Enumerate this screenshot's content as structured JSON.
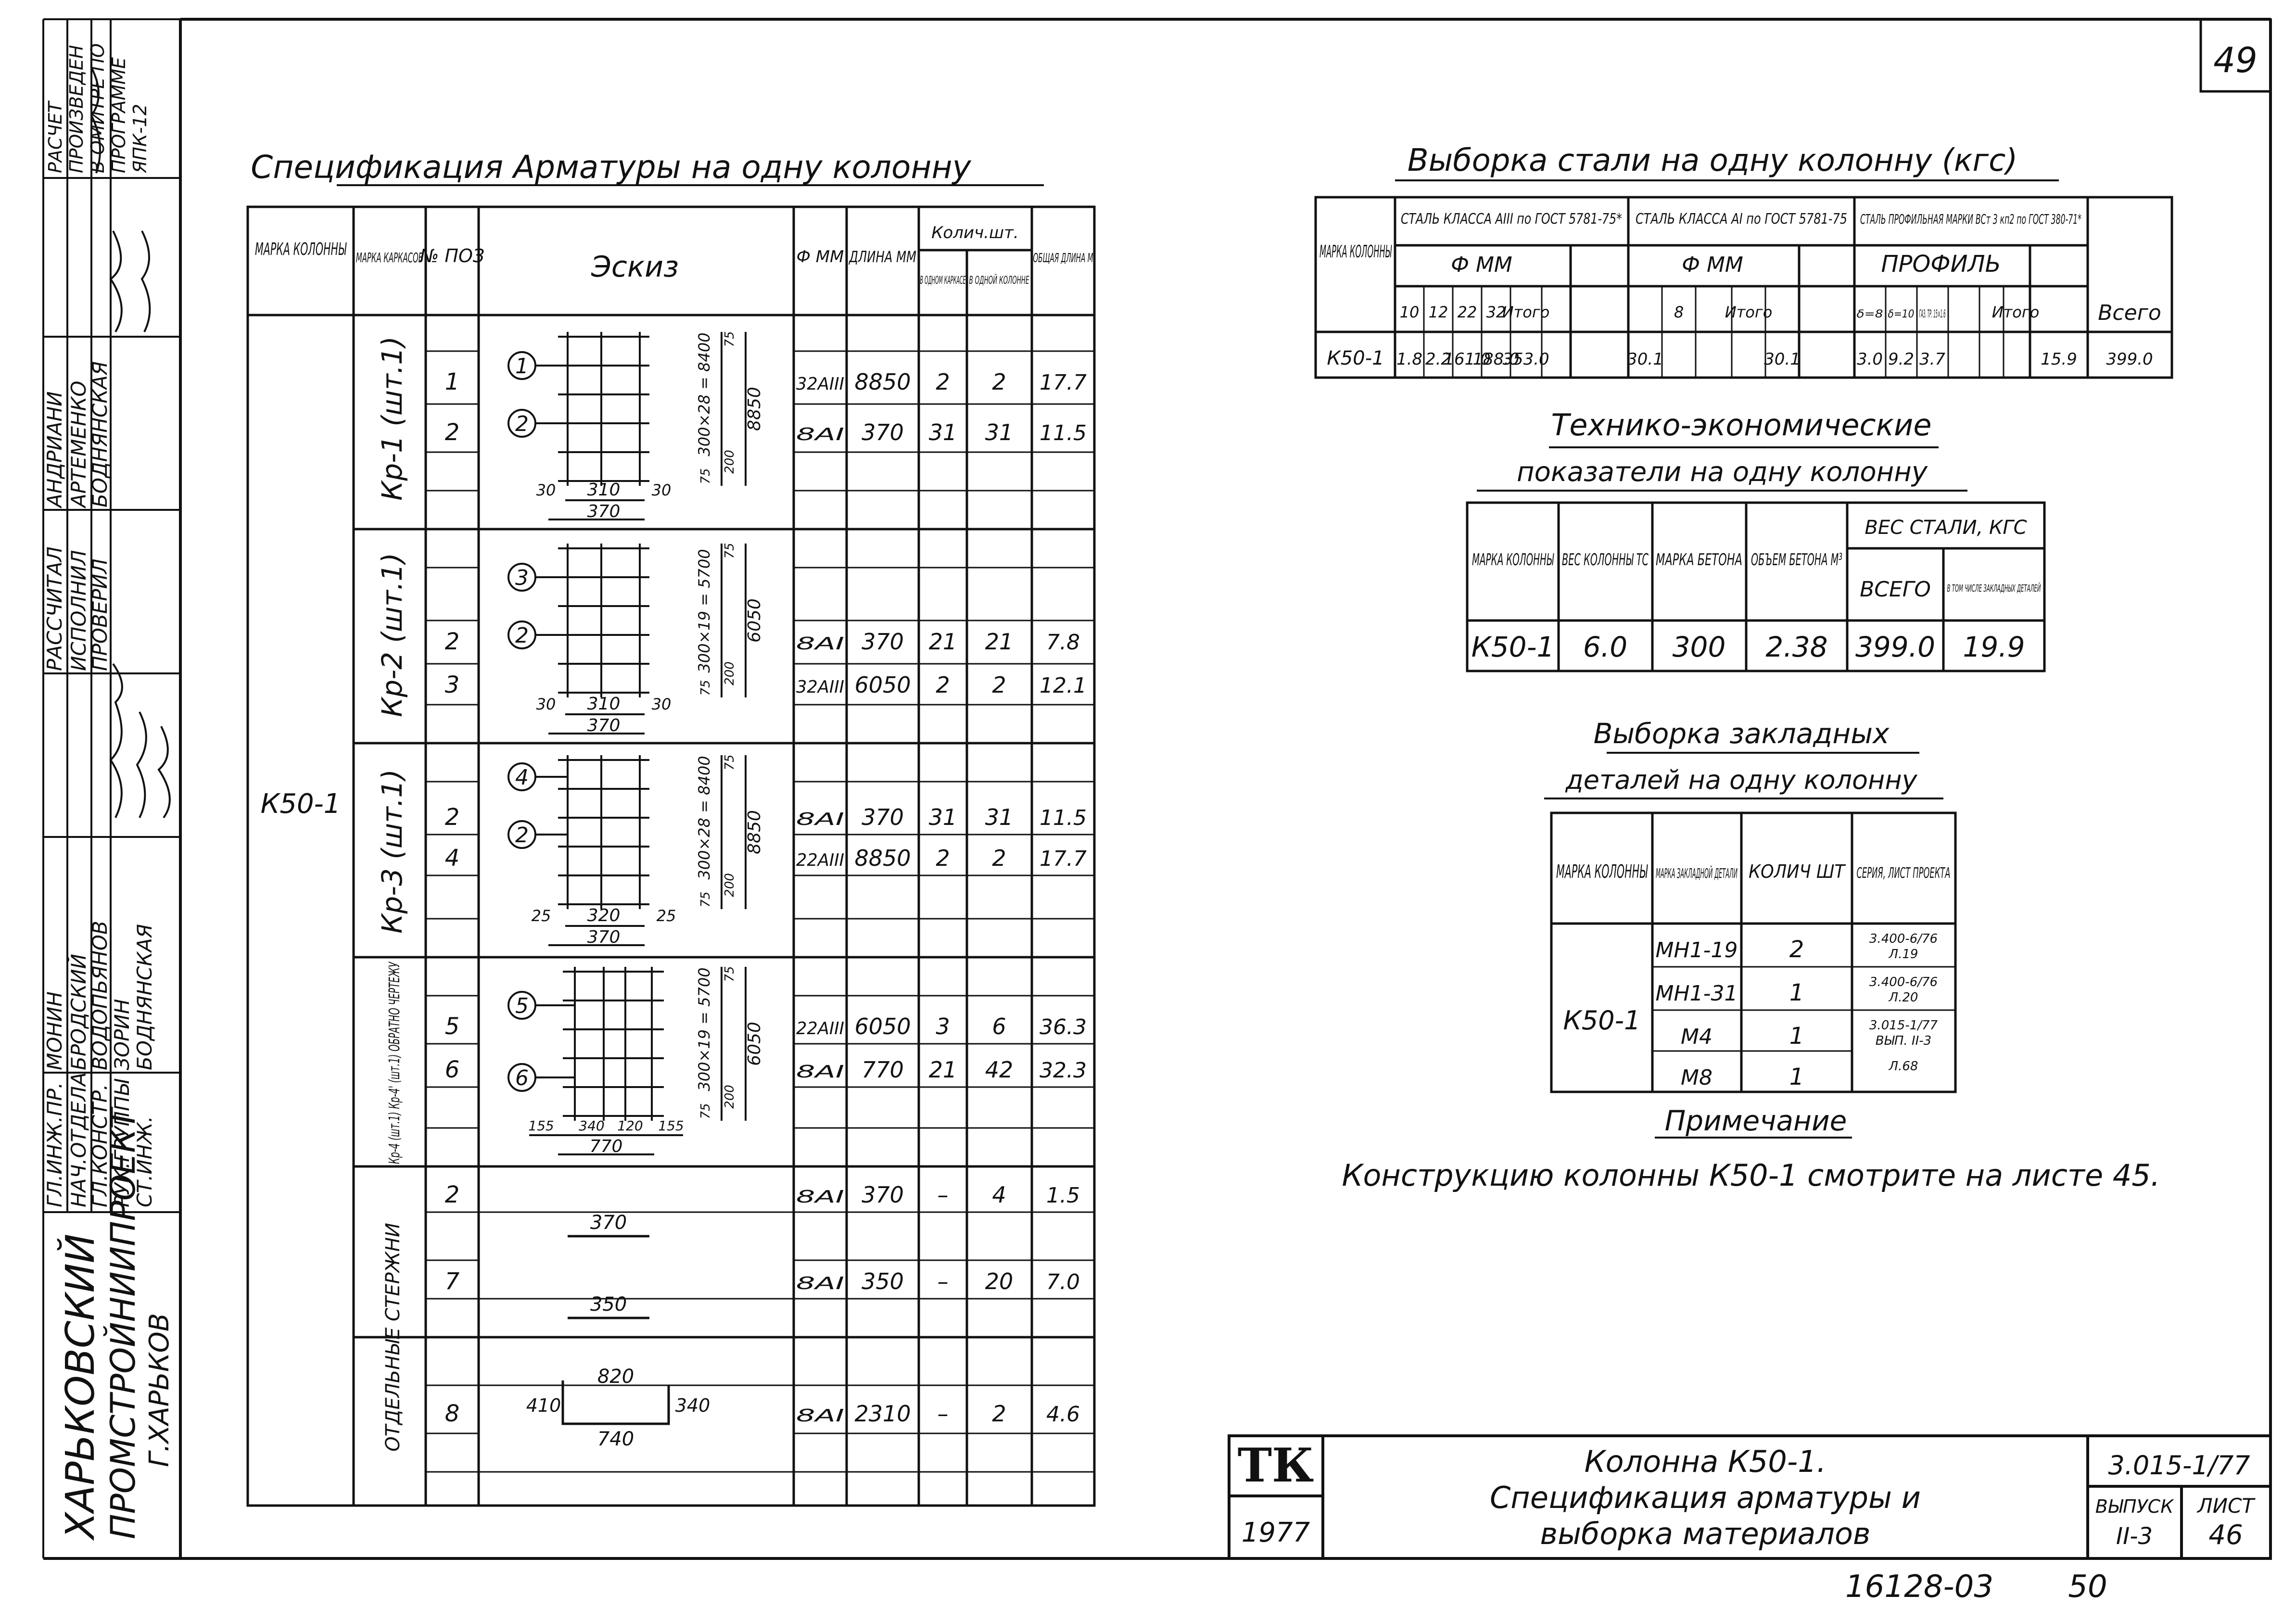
{
  "sheet_number": "49",
  "bottom_numbers": {
    "album": "16128-03",
    "page": "50"
  },
  "side_panel": {
    "org": [
      "ХАРЬКОВСКИЙ",
      "ПРОМСТРОЙНИИПРОЕКТ",
      "Г.ХАРЬКОВ"
    ],
    "calc_note": [
      "РАСЧЕТ",
      "ПРОИЗВЕДЕН",
      "В ОМИТРЕ ПО",
      "ПРОГРАММЕ",
      "ЯПК-12"
    ],
    "roles": [
      {
        "role": "ГЛ.ИНЖ.ПР.",
        "name": "МОНИН"
      },
      {
        "role": "НАЧ.ОТДЕЛА",
        "name": "БРОДСКИЙ"
      },
      {
        "role": "ГЛ.КОНСТР.",
        "name": "ВОДОПЬЯНОВ"
      },
      {
        "role": "РУК.ГРУППЫ",
        "name": "ЗОРИН"
      },
      {
        "role": "СТ.ИНЖ.",
        "name": "БОДНЯНСКАЯ"
      }
    ],
    "roles2": [
      {
        "role": "РАССЧИТАЛ",
        "name": "АНДРИАНИ"
      },
      {
        "role": "ИСПОЛНИЛ",
        "name": "АРТЕМЕНКО"
      },
      {
        "role": "ПРОВЕРИЛ",
        "name": "БОДНЯНСКАЯ"
      }
    ]
  },
  "spec": {
    "title": "Спецификация Арматуры на одну колонну",
    "headers": {
      "mark": "МАРКА КОЛОННЫ",
      "frame": "МАРКА КАРКАСОВ",
      "pos": "№ ПОЗ",
      "sketch": "Эскиз",
      "dia": "Ф ММ",
      "len": "ДЛИНА ММ",
      "qty": "Колич.шт.",
      "qty_frame": "В ОДНОМ КАРКАСЕ",
      "qty_col": "В ОДНОЙ КОЛОННЕ",
      "total": "ОБЩАЯ ДЛИНА М"
    },
    "column_mark": "К50-1",
    "groups": [
      {
        "name": "Кр-1 (шт.1)",
        "rows": [
          {
            "pos": "1",
            "dia": "32AIII",
            "len": "8850",
            "q1": "2",
            "q2": "2",
            "total": "17.7"
          },
          {
            "pos": "2",
            "dia": "8AI",
            "len": "370",
            "q1": "31",
            "q2": "31",
            "total": "11.5"
          }
        ]
      },
      {
        "name": "Кр-2 (шт.1)",
        "rows": [
          {
            "pos": "2",
            "dia": "8AI",
            "len": "370",
            "q1": "21",
            "q2": "21",
            "total": "7.8"
          },
          {
            "pos": "3",
            "dia": "32AIII",
            "len": "6050",
            "q1": "2",
            "q2": "2",
            "total": "12.1"
          }
        ]
      },
      {
        "name": "Кр-3 (шт.1)",
        "rows": [
          {
            "pos": "2",
            "dia": "8AI",
            "len": "370",
            "q1": "31",
            "q2": "31",
            "total": "11.5"
          },
          {
            "pos": "4",
            "dia": "22AIII",
            "len": "8850",
            "q1": "2",
            "q2": "2",
            "total": "17.7"
          }
        ]
      },
      {
        "name": "Кр-4 (шт.1) Кр-4' (шт.1) ОБРАТНО ЧЕРТЕЖУ",
        "rows": [
          {
            "pos": "5",
            "dia": "22AIII",
            "len": "6050",
            "q1": "3",
            "q2": "6",
            "total": "36.3"
          },
          {
            "pos": "6",
            "dia": "8AI",
            "len": "770",
            "q1": "21",
            "q2": "42",
            "total": "32.3"
          }
        ]
      },
      {
        "name": "ОТДЕЛЬНЫЕ СТЕРЖНИ",
        "rows": [
          {
            "pos": "2",
            "dia": "8AI",
            "len": "370",
            "q1": "–",
            "q2": "4",
            "total": "1.5"
          },
          {
            "pos": "7",
            "dia": "8AI",
            "len": "350",
            "q1": "–",
            "q2": "20",
            "total": "7.0"
          },
          {
            "pos": "8",
            "dia": "8AI",
            "len": "2310",
            "q1": "–",
            "q2": "2",
            "total": "4.6"
          }
        ]
      }
    ],
    "sketch_labels": {
      "k1": {
        "c1": "1",
        "c2": "2",
        "dim1": "300×28 = 8400",
        "dim2": "8850",
        "b1": "30",
        "b2": "310",
        "b3": "30",
        "b4": "370",
        "e1": "75",
        "e2": "75",
        "e3": "200"
      },
      "k2": {
        "c1": "3",
        "c2": "2",
        "dim1": "300×19 = 5700",
        "dim2": "6050",
        "b1": "30",
        "b2": "310",
        "b3": "30",
        "b4": "370",
        "e1": "75",
        "e2": "75",
        "e3": "200"
      },
      "k3": {
        "c1": "4",
        "c2": "2",
        "dim1": "300×28 = 8400",
        "dim2": "8850",
        "b1": "25",
        "b2": "320",
        "b3": "25",
        "b4": "370",
        "e1": "75",
        "e2": "75",
        "e3": "200"
      },
      "k4": {
        "c1": "5",
        "c2": "6",
        "dim1": "300×19 = 5700",
        "dim2": "6050",
        "b1": "155",
        "b2": "340",
        "b3": "120",
        "b4": "155",
        "b5": "770",
        "e1": "75",
        "e2": "75",
        "e3": "200"
      },
      "bar2": "370",
      "bar7": "350",
      "bar8": {
        "top": "820",
        "left": "410",
        "right": "340",
        "bottom": "740"
      }
    }
  },
  "steel": {
    "title": "Выборка стали на одну колонну (кгс)",
    "mark_header": "МАРКА КОЛОННЫ",
    "group1": "СТАЛЬ КЛАССА АIII по ГОСТ 5781-75*",
    "group2": "СТАЛЬ КЛАССА АI по ГОСТ 5781-75",
    "group3": "СТАЛЬ ПРОФИЛЬНАЯ МАРКИ ВСт 3 кп2 по ГОСТ 380-71*",
    "sub1": "Ф ММ",
    "sub2": "Ф ММ",
    "sub3": "ПРОФИЛЬ",
    "cols1": [
      "10",
      "12",
      "22",
      "32",
      "Итого"
    ],
    "cols2": [
      "",
      "",
      "8",
      "",
      "Итого"
    ],
    "cols3": [
      "δ=8",
      "δ=10",
      "ГАЗ. ТР. 15×1.6",
      "",
      "Итого"
    ],
    "all": "Всего",
    "row": {
      "mark": "К50-1",
      "v": [
        "1.8",
        "2.2",
        "161.0",
        "188.0",
        "353.0",
        "",
        "",
        "30.1",
        "",
        "30.1",
        "3.0",
        "9.2",
        "3.7",
        "",
        "15.9",
        "399.0"
      ]
    }
  },
  "tech": {
    "title1": "Технико-экономические",
    "title2": "показатели на одну колонну",
    "h_mark": "МАРКА КОЛОННЫ",
    "h_weight": "ВЕС КОЛОННЫ ТС",
    "h_concrete": "МАРКА БЕТОНА",
    "h_volume": "ОБЪЕМ БЕТОНА М³",
    "h_steel": "ВЕС СТАЛИ, КГС",
    "h_all": "ВСЕГО",
    "h_incl": "В ТОМ ЧИСЛЕ ЗАКЛАДНЫХ ДЕТАЛЕЙ",
    "row": [
      "К50-1",
      "6.0",
      "300",
      "2.38",
      "399.0",
      "19.9"
    ]
  },
  "embedded": {
    "title1": "Выборка закладных",
    "title2": "деталей на одну колонну",
    "h_mark": "МАРКА КОЛОННЫ",
    "h_detail": "МАРКА ЗАКЛАДНОЙ ДЕТАЛИ",
    "h_qty": "КОЛИЧ ШТ",
    "h_series": "СЕРИЯ, ЛИСТ ПРОЕКТА",
    "mark": "К50-1",
    "rows": [
      {
        "d": "МН1-19",
        "q": "2",
        "s1": "3.400-6/76",
        "s2": "Л.19"
      },
      {
        "d": "МН1-31",
        "q": "1",
        "s1": "3.400-6/76",
        "s2": "Л.20"
      },
      {
        "d": "М4",
        "q": "1",
        "s1": "3.015-1/77",
        "s2": "ВЫП. II-3"
      },
      {
        "d": "М8",
        "q": "1",
        "s1": "Л.68",
        "s2": ""
      }
    ]
  },
  "note": {
    "title": "Примечание",
    "text": "Конструкцию колонны К50-1 смотрите на листе 45."
  },
  "stamp": {
    "logo": "ТК",
    "year": "1977",
    "title1": "Колонна К50-1.",
    "title2": "Спецификация арматуры и",
    "title3": "выборка материалов",
    "series": "3.015-1/77",
    "issue_label": "ВЫПУСК",
    "issue": "II-3",
    "sheet_label": "ЛИСТ",
    "sheet": "46"
  }
}
